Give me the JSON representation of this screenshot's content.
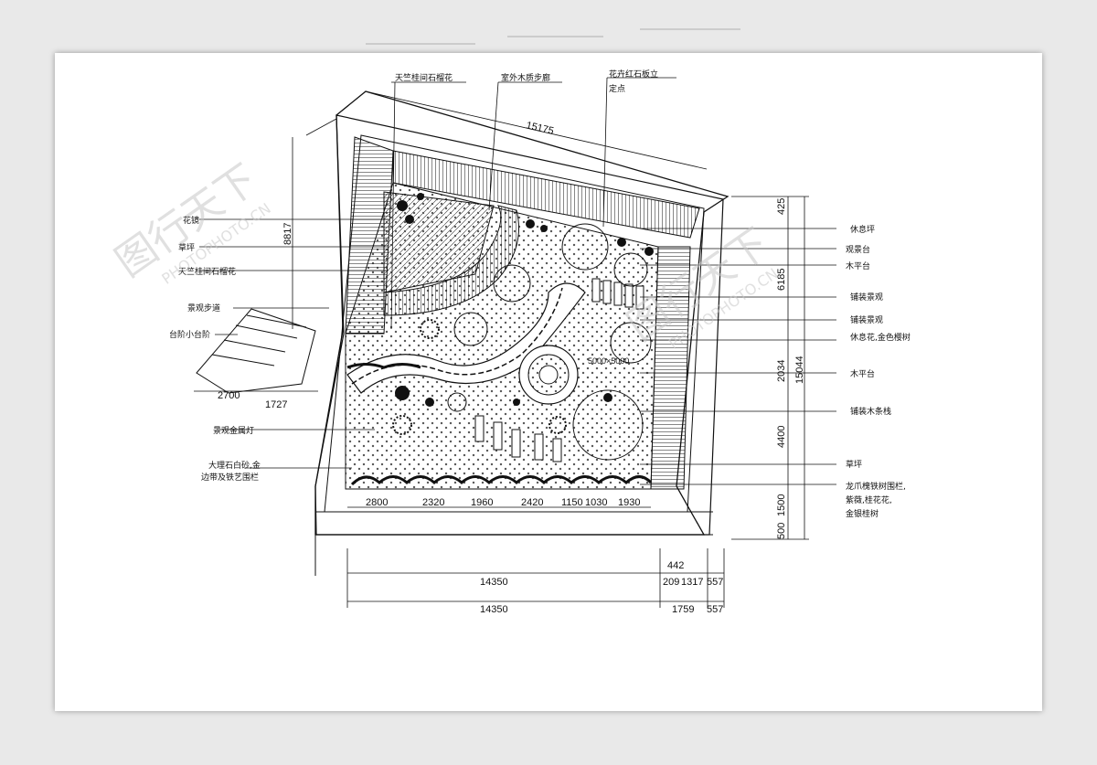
{
  "top_labels": [
    "天竺桂间石榴花",
    "室外木质步廊",
    "花卉红石板立"
  ],
  "top_sub": "定点",
  "left_labels": [
    "花镜",
    "草坪",
    "天竺桂间石榴花",
    "景观步道",
    "台阶小台阶"
  ],
  "left_bottom_label": [
    "大理石白砂,金",
    "边带及铁艺围栏"
  ],
  "mid_left_label": "景观金属灯",
  "right_labels": [
    "休息坪",
    "观景台",
    "木平台",
    "铺装景观",
    "铺装景观",
    "休息花,金色樱树",
    "木平台",
    "铺装木条栈",
    "草坪"
  ],
  "right_bottom_label": [
    "龙爪槐铁树围栏,",
    "紫薇,桂花花,",
    "金银桂树"
  ],
  "dims": {
    "top": "15175",
    "left_vertical": "8817",
    "stair_w": "2700",
    "stair_w2": "1727",
    "bottom_segments": [
      "2800",
      "2320",
      "1960",
      "2420",
      "1150",
      "1030",
      "1930"
    ],
    "right_vertical": [
      "425",
      "6185",
      "2034",
      "4400",
      "1500",
      "500"
    ],
    "right_total": "15044",
    "bottom_row1": [
      "14350",
      "209",
      "1317",
      "557"
    ],
    "bottom_row2": [
      "14350",
      "1759",
      "557"
    ],
    "small_442": "442",
    "tree_dim": "5000×5000"
  },
  "watermark": {
    "cn": "图行天下",
    "en": "PHOTOPHOTO.CN"
  }
}
